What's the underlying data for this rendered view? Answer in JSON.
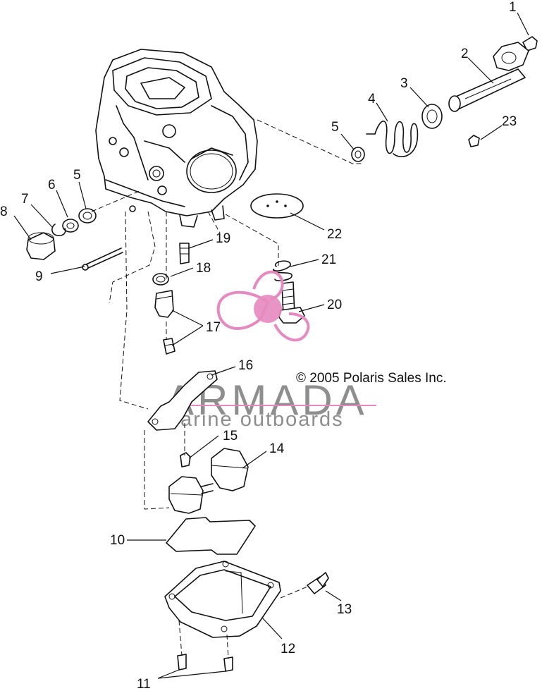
{
  "copyright": "© 2005 Polaris Sales Inc.",
  "watermark": {
    "brand": "ARMADA",
    "tagline": "marine outboards",
    "accent_color": "#e58ac0"
  },
  "callouts": {
    "c1": "1",
    "c2": "2",
    "c3": "3",
    "c4": "4",
    "c5a": "5",
    "c5b": "5",
    "c6": "6",
    "c7": "7",
    "c8": "8",
    "c9": "9",
    "c10": "10",
    "c11": "11",
    "c12": "12",
    "c13": "13",
    "c14": "14",
    "c15": "15",
    "c16": "16",
    "c17": "17",
    "c18": "18",
    "c19": "19",
    "c20": "20",
    "c21": "21",
    "c22": "22",
    "c23": "23"
  }
}
